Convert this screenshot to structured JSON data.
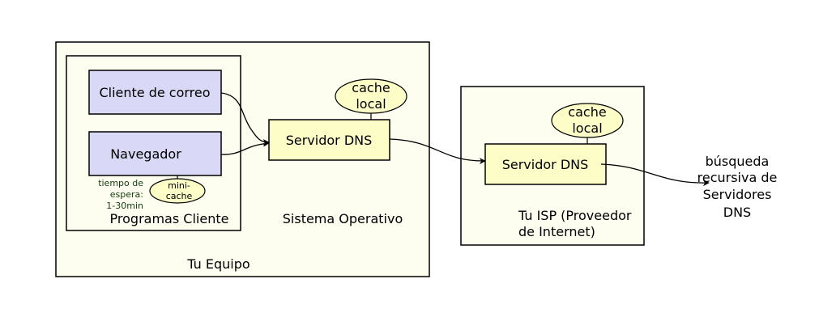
{
  "colors": {
    "container_fill": "#fdfdf0",
    "program_fill": "#d9d9f7",
    "server_fill": "#fdfdc8",
    "cache_fill": "#fdfdc8",
    "note_text": "#17400f",
    "stroke": "#000000"
  },
  "your_computer": {
    "label": "Tu Equipo",
    "os_label": "Sistema Operativo",
    "client_programs": {
      "label": "Programas Cliente",
      "mail_client": "Cliente de correo",
      "browser": "Navegador",
      "timeout_note": [
        "tiempo de",
        "espera:",
        "1-30min"
      ],
      "mini_cache": [
        "mini-",
        "cache"
      ]
    },
    "dns_server": "Servidor DNS",
    "cache": [
      "cache",
      "local"
    ]
  },
  "isp": {
    "label": [
      "Tu ISP (Proveedor",
      "de Internet)"
    ],
    "dns_server": "Servidor DNS",
    "cache": [
      "cache",
      "local"
    ]
  },
  "recursive_lookup": [
    "búsqueda",
    "recursiva de",
    "Servidores",
    "DNS"
  ]
}
